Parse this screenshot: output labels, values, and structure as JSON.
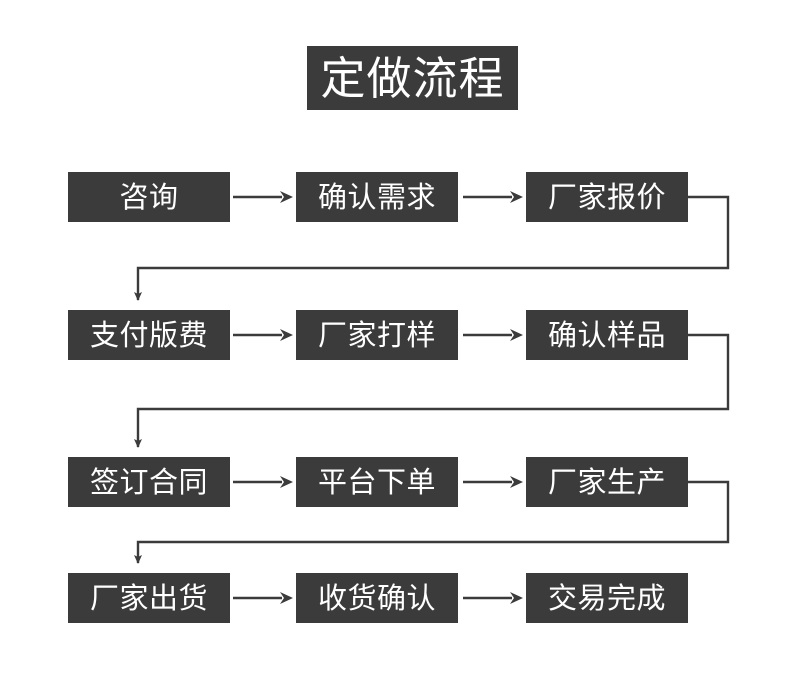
{
  "title": {
    "text": "定做流程"
  },
  "colors": {
    "box_fill": "#3b3b3b",
    "box_text": "#ffffff",
    "connector": "#3b3b3b",
    "background": "#ffffff"
  },
  "flow": {
    "rows": [
      {
        "index": 1,
        "nodes": [
          {
            "label": "咨询"
          },
          {
            "label": "确认需求"
          },
          {
            "label": "厂家报价"
          }
        ]
      },
      {
        "index": 2,
        "nodes": [
          {
            "label": "支付版费"
          },
          {
            "label": "厂家打样"
          },
          {
            "label": "确认样品"
          }
        ]
      },
      {
        "index": 3,
        "nodes": [
          {
            "label": "签订合同"
          },
          {
            "label": "平台下单"
          },
          {
            "label": "厂家生产"
          }
        ]
      },
      {
        "index": 4,
        "nodes": [
          {
            "label": "厂家出货"
          },
          {
            "label": "收货确认"
          },
          {
            "label": "交易完成"
          }
        ]
      }
    ],
    "sequence": [
      "咨询",
      "确认需求",
      "厂家报价",
      "支付版费",
      "厂家打样",
      "确认样品",
      "签订合同",
      "平台下单",
      "厂家生产",
      "厂家出货",
      "收货确认",
      "交易完成"
    ],
    "step_count": 12
  }
}
